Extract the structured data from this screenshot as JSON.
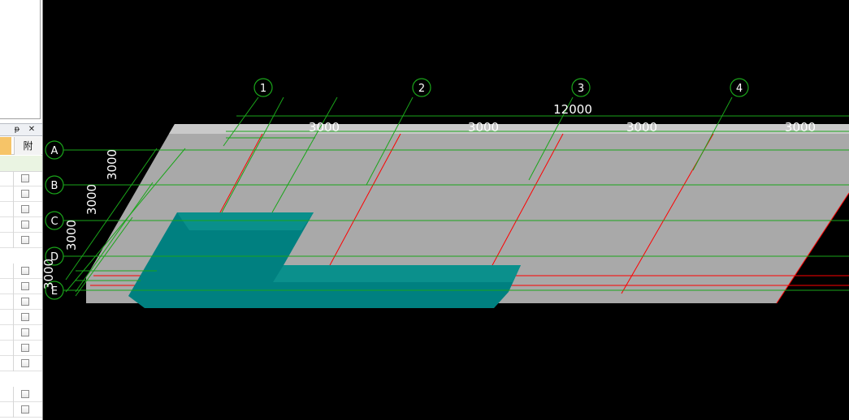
{
  "panel": {
    "pin_glyph": "ᵽ",
    "close_glyph": "✕",
    "header_attach": "附",
    "checkbox_rows": [
      215,
      234,
      253,
      272,
      291,
      329,
      348,
      367,
      386,
      405,
      424,
      443,
      481,
      500
    ]
  },
  "grid": {
    "column_axes": [
      "1",
      "2",
      "3",
      "4"
    ],
    "row_axes": [
      "A",
      "B",
      "C",
      "D",
      "E"
    ],
    "total_span": "12000",
    "column_spans": [
      "3000",
      "3000",
      "3000",
      "3000"
    ],
    "row_spans": [
      "3000",
      "3000",
      "3000",
      "3000"
    ]
  },
  "colors": {
    "slab": "#a9a9a9",
    "slab_top_edge": "#d4d4d4",
    "slab_side": "#8e8e8e",
    "beam_grid": "#ff0000",
    "axis_lines": "#1aa51a",
    "teal_block": "#008080",
    "teal_highlight": "#0a9a94"
  }
}
